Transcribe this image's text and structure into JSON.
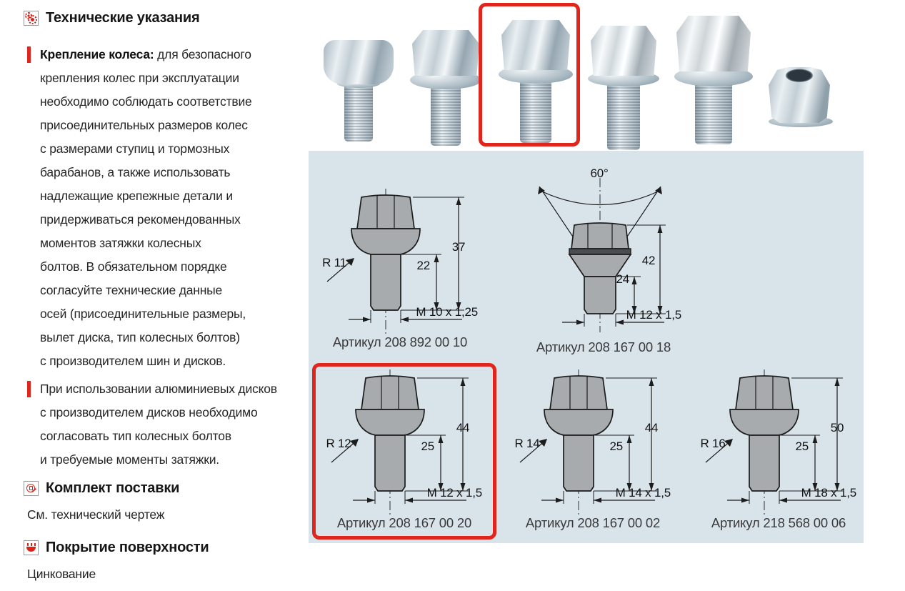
{
  "colors": {
    "accent_red": "#e0251c",
    "panel_blue": "#d9e3ea",
    "drawing_gray": "#a8abae"
  },
  "left_column": {
    "heading": "Технические указания",
    "paragraphs": [
      {
        "lead": "Крепление колеса:",
        "text": "для безопасного\nкрепления колес при эксплуатации\nнеобходимо соблюдать соответствие\nприсоединительных размеров колес\nс размерами ступиц и тормозных\nбарабанов, а также использовать\nнадлежащие крепежные детали и\nпридерживаться рекомендованных\nмоментов затяжки колесных\nболтов. В обязательном порядке\nсогласуйте технические данные\nосей (присоединительные размеры,\nвылет диска, тип колесных болтов)\nс производителем шин и дисков."
      },
      {
        "lead": "",
        "text": "При использовании алюминиевых дисков\nс производителем дисков необходимо\nсогласовать тип колесных болтов\nи требуемые моменты затяжки."
      }
    ],
    "sections": [
      {
        "title": "Комплект поставки",
        "body": "См. технический чертеж"
      },
      {
        "title": "Покрытие поверхности",
        "body": "Цинкование"
      }
    ]
  },
  "photos": {
    "count": 6,
    "highlighted_index": 3,
    "items": [
      {
        "desc": "wheel-bolt-domed-head"
      },
      {
        "desc": "wheel-bolt-sphere-seat"
      },
      {
        "desc": "wheel-bolt-sphere-seat-highlighted"
      },
      {
        "desc": "wheel-bolt-sphere-collar"
      },
      {
        "desc": "wheel-bolt-large-sphere-seat"
      },
      {
        "desc": "open-wheel-nut"
      }
    ]
  },
  "drawings": [
    {
      "seat_type": "sphere",
      "seat_label": "R 11",
      "overall_length": "37",
      "thread_length": "22",
      "thread_spec": "M 10 x 1,25",
      "caption": "Артикул 208 892 00 10",
      "highlighted": false
    },
    {
      "seat_type": "cone",
      "seat_label": "60°",
      "overall_length": "42",
      "thread_length": "24",
      "thread_spec": "M 12 x 1,5",
      "caption": "Артикул 208 167 00 18",
      "highlighted": false
    },
    {
      "seat_type": "sphere",
      "seat_label": "R 12",
      "overall_length": "44",
      "thread_length": "25",
      "thread_spec": "M 12 x 1,5",
      "caption": "Артикул 208 167 00 20",
      "highlighted": true
    },
    {
      "seat_type": "sphere",
      "seat_label": "R 14",
      "overall_length": "44",
      "thread_length": "25",
      "thread_spec": "M 14 x 1,5",
      "caption": "Артикул 208 167 00 02",
      "highlighted": false
    },
    {
      "seat_type": "sphere",
      "seat_label": "R 16",
      "overall_length": "50",
      "thread_length": "25",
      "thread_spec": "M 18 x 1,5",
      "caption": "Артикул 218 568 00 06",
      "highlighted": false
    }
  ]
}
